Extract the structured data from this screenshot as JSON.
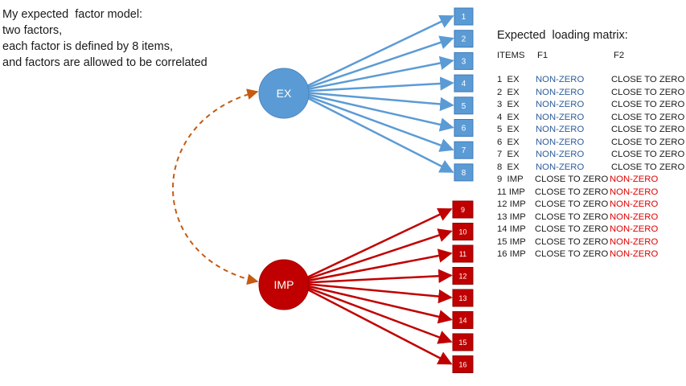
{
  "description": {
    "lines": [
      "My expected  factor model:",
      "two factors,",
      "each factor is defined by 8 items,",
      "and factors are allowed to be correlated"
    ]
  },
  "factors": [
    {
      "label": "EX",
      "color": "#5b9bd5"
    },
    {
      "label": "IMP",
      "color": "#c00000"
    }
  ],
  "correlation_arrow_color": "#c55a11",
  "ex_items": [
    "1",
    "2",
    "3",
    "4",
    "5",
    "6",
    "7",
    "8"
  ],
  "imp_items": [
    "9",
    "10",
    "11",
    "12",
    "13",
    "14",
    "15",
    "16"
  ],
  "matrix": {
    "title": "Expected  loading matrix:",
    "headers": [
      "ITEMS",
      "F1",
      "F2"
    ],
    "colors": {
      "ex_nonzero": "#2e5c9a",
      "imp_nonzero": "#e00000",
      "default": "#1a1a1a"
    },
    "rows": [
      {
        "item": "1  EX",
        "f1": "NON-ZERO",
        "f2": "CLOSE TO ZERO",
        "group": "ex"
      },
      {
        "item": "2  EX",
        "f1": "NON-ZERO",
        "f2": "CLOSE TO ZERO",
        "group": "ex"
      },
      {
        "item": "3  EX",
        "f1": "NON-ZERO",
        "f2": "CLOSE TO ZERO",
        "group": "ex"
      },
      {
        "item": "4  EX",
        "f1": "NON-ZERO",
        "f2": "CLOSE TO ZERO",
        "group": "ex"
      },
      {
        "item": "5  EX",
        "f1": "NON-ZERO",
        "f2": "CLOSE TO ZERO",
        "group": "ex"
      },
      {
        "item": "6  EX",
        "f1": "NON-ZERO",
        "f2": "CLOSE TO ZERO",
        "group": "ex"
      },
      {
        "item": "7  EX",
        "f1": "NON-ZERO",
        "f2": "CLOSE TO ZERO",
        "group": "ex"
      },
      {
        "item": "8  EX",
        "f1": "NON-ZERO",
        "f2": "CLOSE TO ZERO",
        "group": "ex"
      },
      {
        "item": "9  IMP",
        "f1": "CLOSE TO ZERO",
        "f2": "NON-ZERO",
        "group": "imp"
      },
      {
        "item": "11 IMP",
        "f1": "CLOSE TO ZERO",
        "f2": "NON-ZERO",
        "group": "imp"
      },
      {
        "item": "12 IMP",
        "f1": "CLOSE TO ZERO",
        "f2": "NON-ZERO",
        "group": "imp"
      },
      {
        "item": "13 IMP",
        "f1": "CLOSE TO ZERO",
        "f2": "NON-ZERO",
        "group": "imp"
      },
      {
        "item": "14 IMP",
        "f1": "CLOSE TO ZERO",
        "f2": "NON-ZERO",
        "group": "imp"
      },
      {
        "item": "15 IMP",
        "f1": "CLOSE TO ZERO",
        "f2": "NON-ZERO",
        "group": "imp"
      },
      {
        "item": "16 IMP",
        "f1": "CLOSE TO ZERO",
        "f2": "NON-ZERO",
        "group": "imp"
      }
    ]
  }
}
